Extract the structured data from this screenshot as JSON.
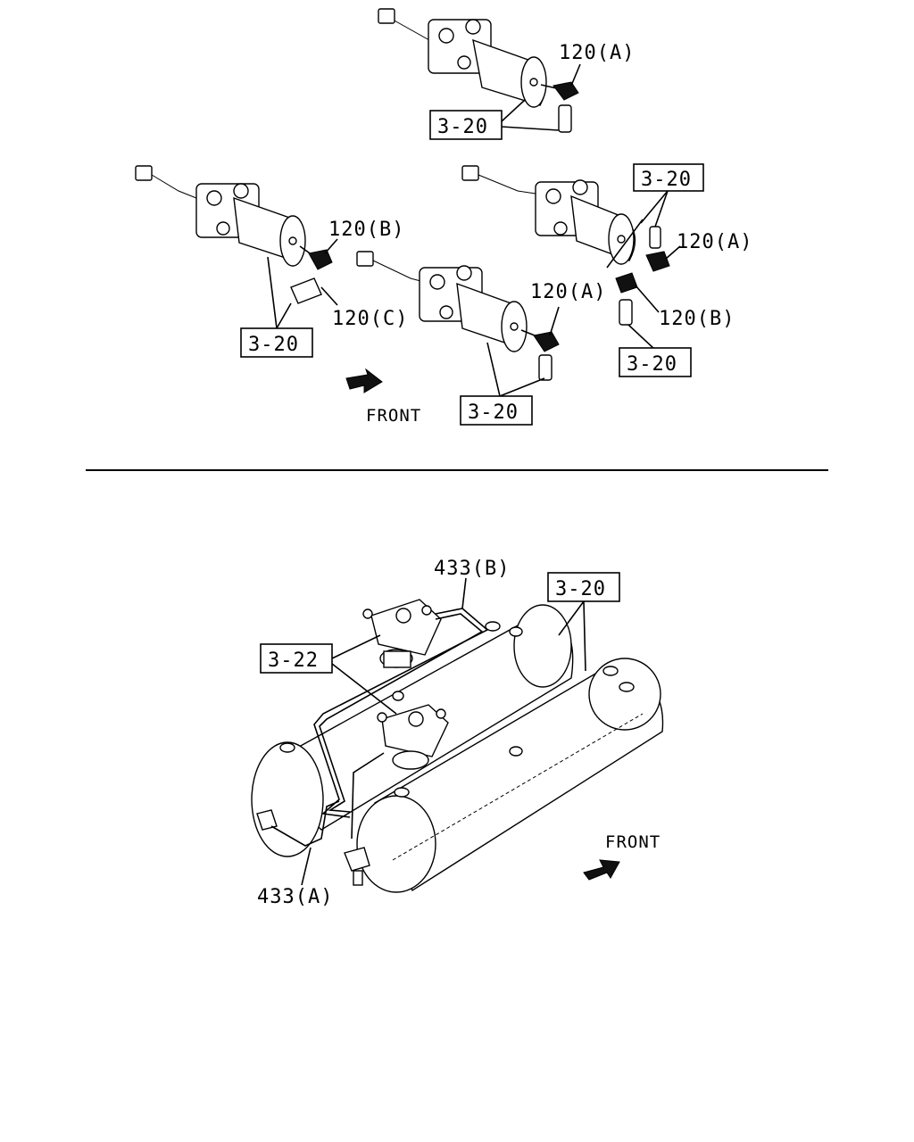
{
  "top_section": {
    "labels": {
      "a1_120a": "120(A)",
      "a1_ref": "3-20",
      "b_120b": "120(B)",
      "b_120c": "120(C)",
      "b_ref": "3-20",
      "c_120a": "120(A)",
      "c_ref": "3-20",
      "d_ref_top": "3-20",
      "d_120a": "120(A)",
      "d_120b": "120(B)",
      "d_ref_bottom": "3-20",
      "front": "FRONT"
    }
  },
  "bottom_section": {
    "labels": {
      "pipe_433b": "433(B)",
      "tank_ref": "3-20",
      "valve_ref": "3-22",
      "pipe_433a": "433(A)",
      "front": "FRONT"
    }
  }
}
